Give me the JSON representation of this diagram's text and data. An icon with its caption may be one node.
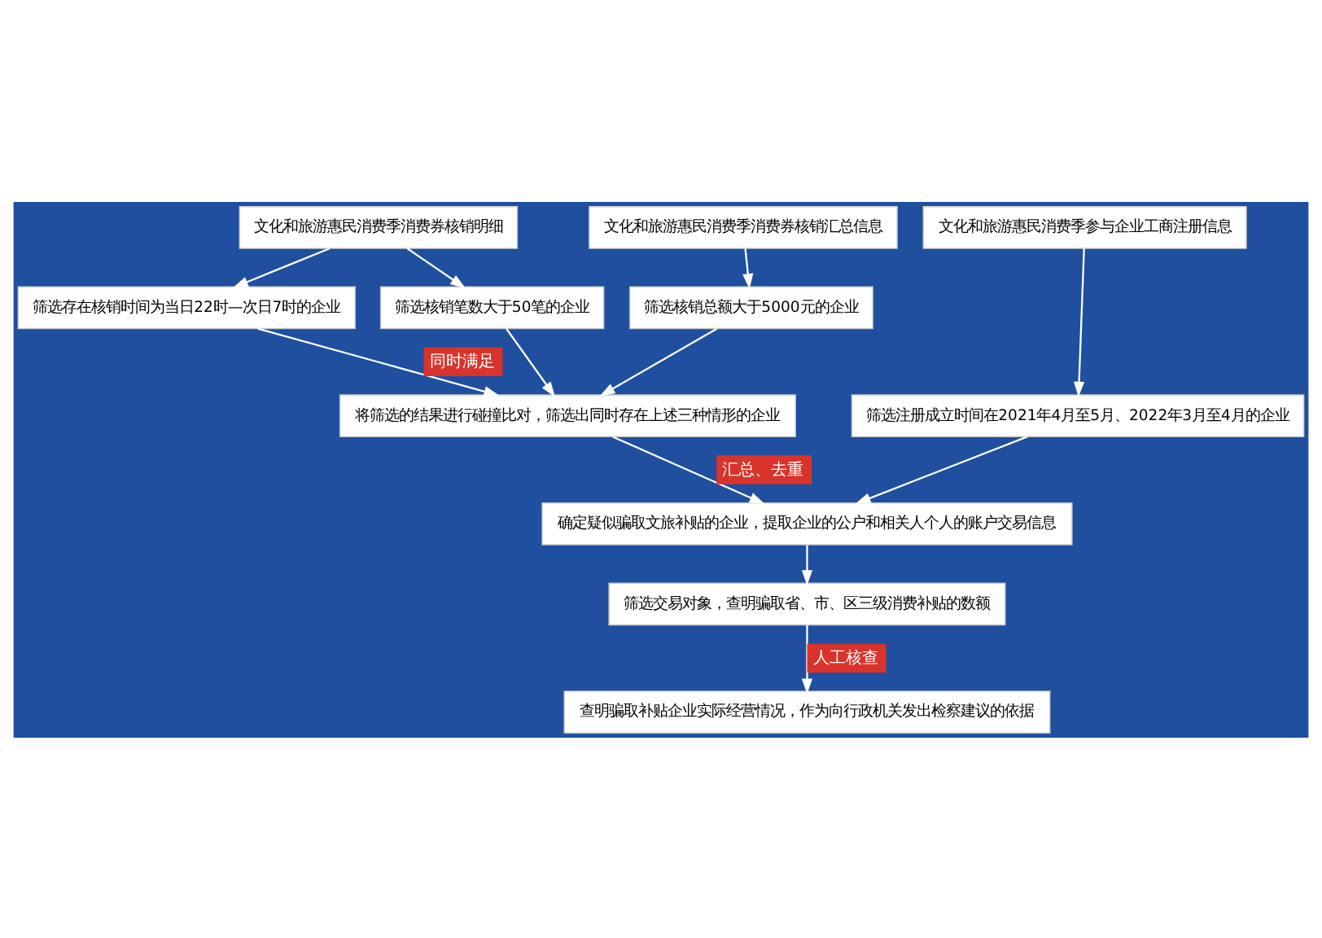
{
  "diagram": {
    "nodes": [
      {
        "text": [
          "文化和旅游惠民消费季消费券核销明细"
        ]
      },
      {
        "text": [
          "文化和旅游惠民消费季消费券核销汇总信息"
        ]
      },
      {
        "text": [
          "文化和旅游惠民消费季参与企业工商注册信息"
        ]
      },
      {
        "text": [
          "筛选核销笔数大于50笔的企业"
        ]
      },
      {
        "text": [
          "筛选存在核销时间为当日22时—次日7时的企业"
        ]
      },
      {
        "text": [
          "筛选核销总额大于5000元的企业"
        ]
      },
      {
        "text": [
          "将筛选的结果进行碰撞比对，筛选出同时存在上述三种情形的企业"
        ]
      },
      {
        "text": [
          "筛选注册成立时间在2021年4月至5月、2022年3月至4月的企业"
        ]
      },
      {
        "text": [
          "确定疑似骗取文旅补贴的企业，提取企业的公户和相关人个人的账户交易信息"
        ]
      },
      {
        "text": [
          "筛选交易对象，查明骗取省、市、区三级消费补贴的数额"
        ]
      },
      {
        "text": [
          "查明骗取补贴企业实际经营情况，作为向行政机关发出检察建议的依据"
        ]
      }
    ],
    "edges": [
      {
        "from": 0,
        "to": 3,
        "arrow": "to"
      },
      {
        "from": 0,
        "to": 4,
        "arrow": "to"
      },
      {
        "from": 1,
        "to": 5,
        "arrow": "to"
      },
      {
        "from": 2,
        "to": 7,
        "arrow": "to"
      },
      {
        "from": 3,
        "to": 6,
        "arrow": "to"
      },
      {
        "from": 4,
        "to": 6,
        "arrow": "to",
        "label": "同时满足"
      },
      {
        "from": 5,
        "to": 6,
        "arrow": "to"
      },
      {
        "from": 6,
        "to": 8,
        "arrow": "to",
        "label": "汇总、去重"
      },
      {
        "from": 7,
        "to": 8,
        "arrow": "to"
      },
      {
        "from": 8,
        "to": 9,
        "arrow": "to"
      },
      {
        "from": 9,
        "to": 10,
        "arrow": "to",
        "label": "人工核查"
      }
    ]
  }
}
